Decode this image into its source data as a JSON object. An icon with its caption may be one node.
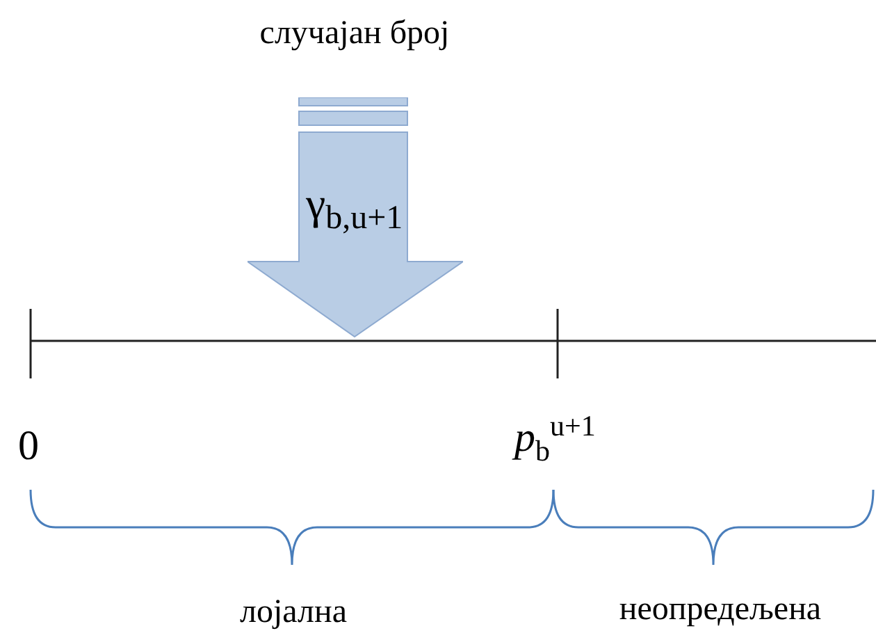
{
  "diagram": {
    "nodes": [
      {
        "text": [
          "γ$_{b,u+1}$"
        ]
      }
    ],
    "labels": [
      "случајан број",
      "0",
      "*p*$_{b}$$^{u+1}$",
      "лојална",
      "неопредељена"
    ]
  }
}
